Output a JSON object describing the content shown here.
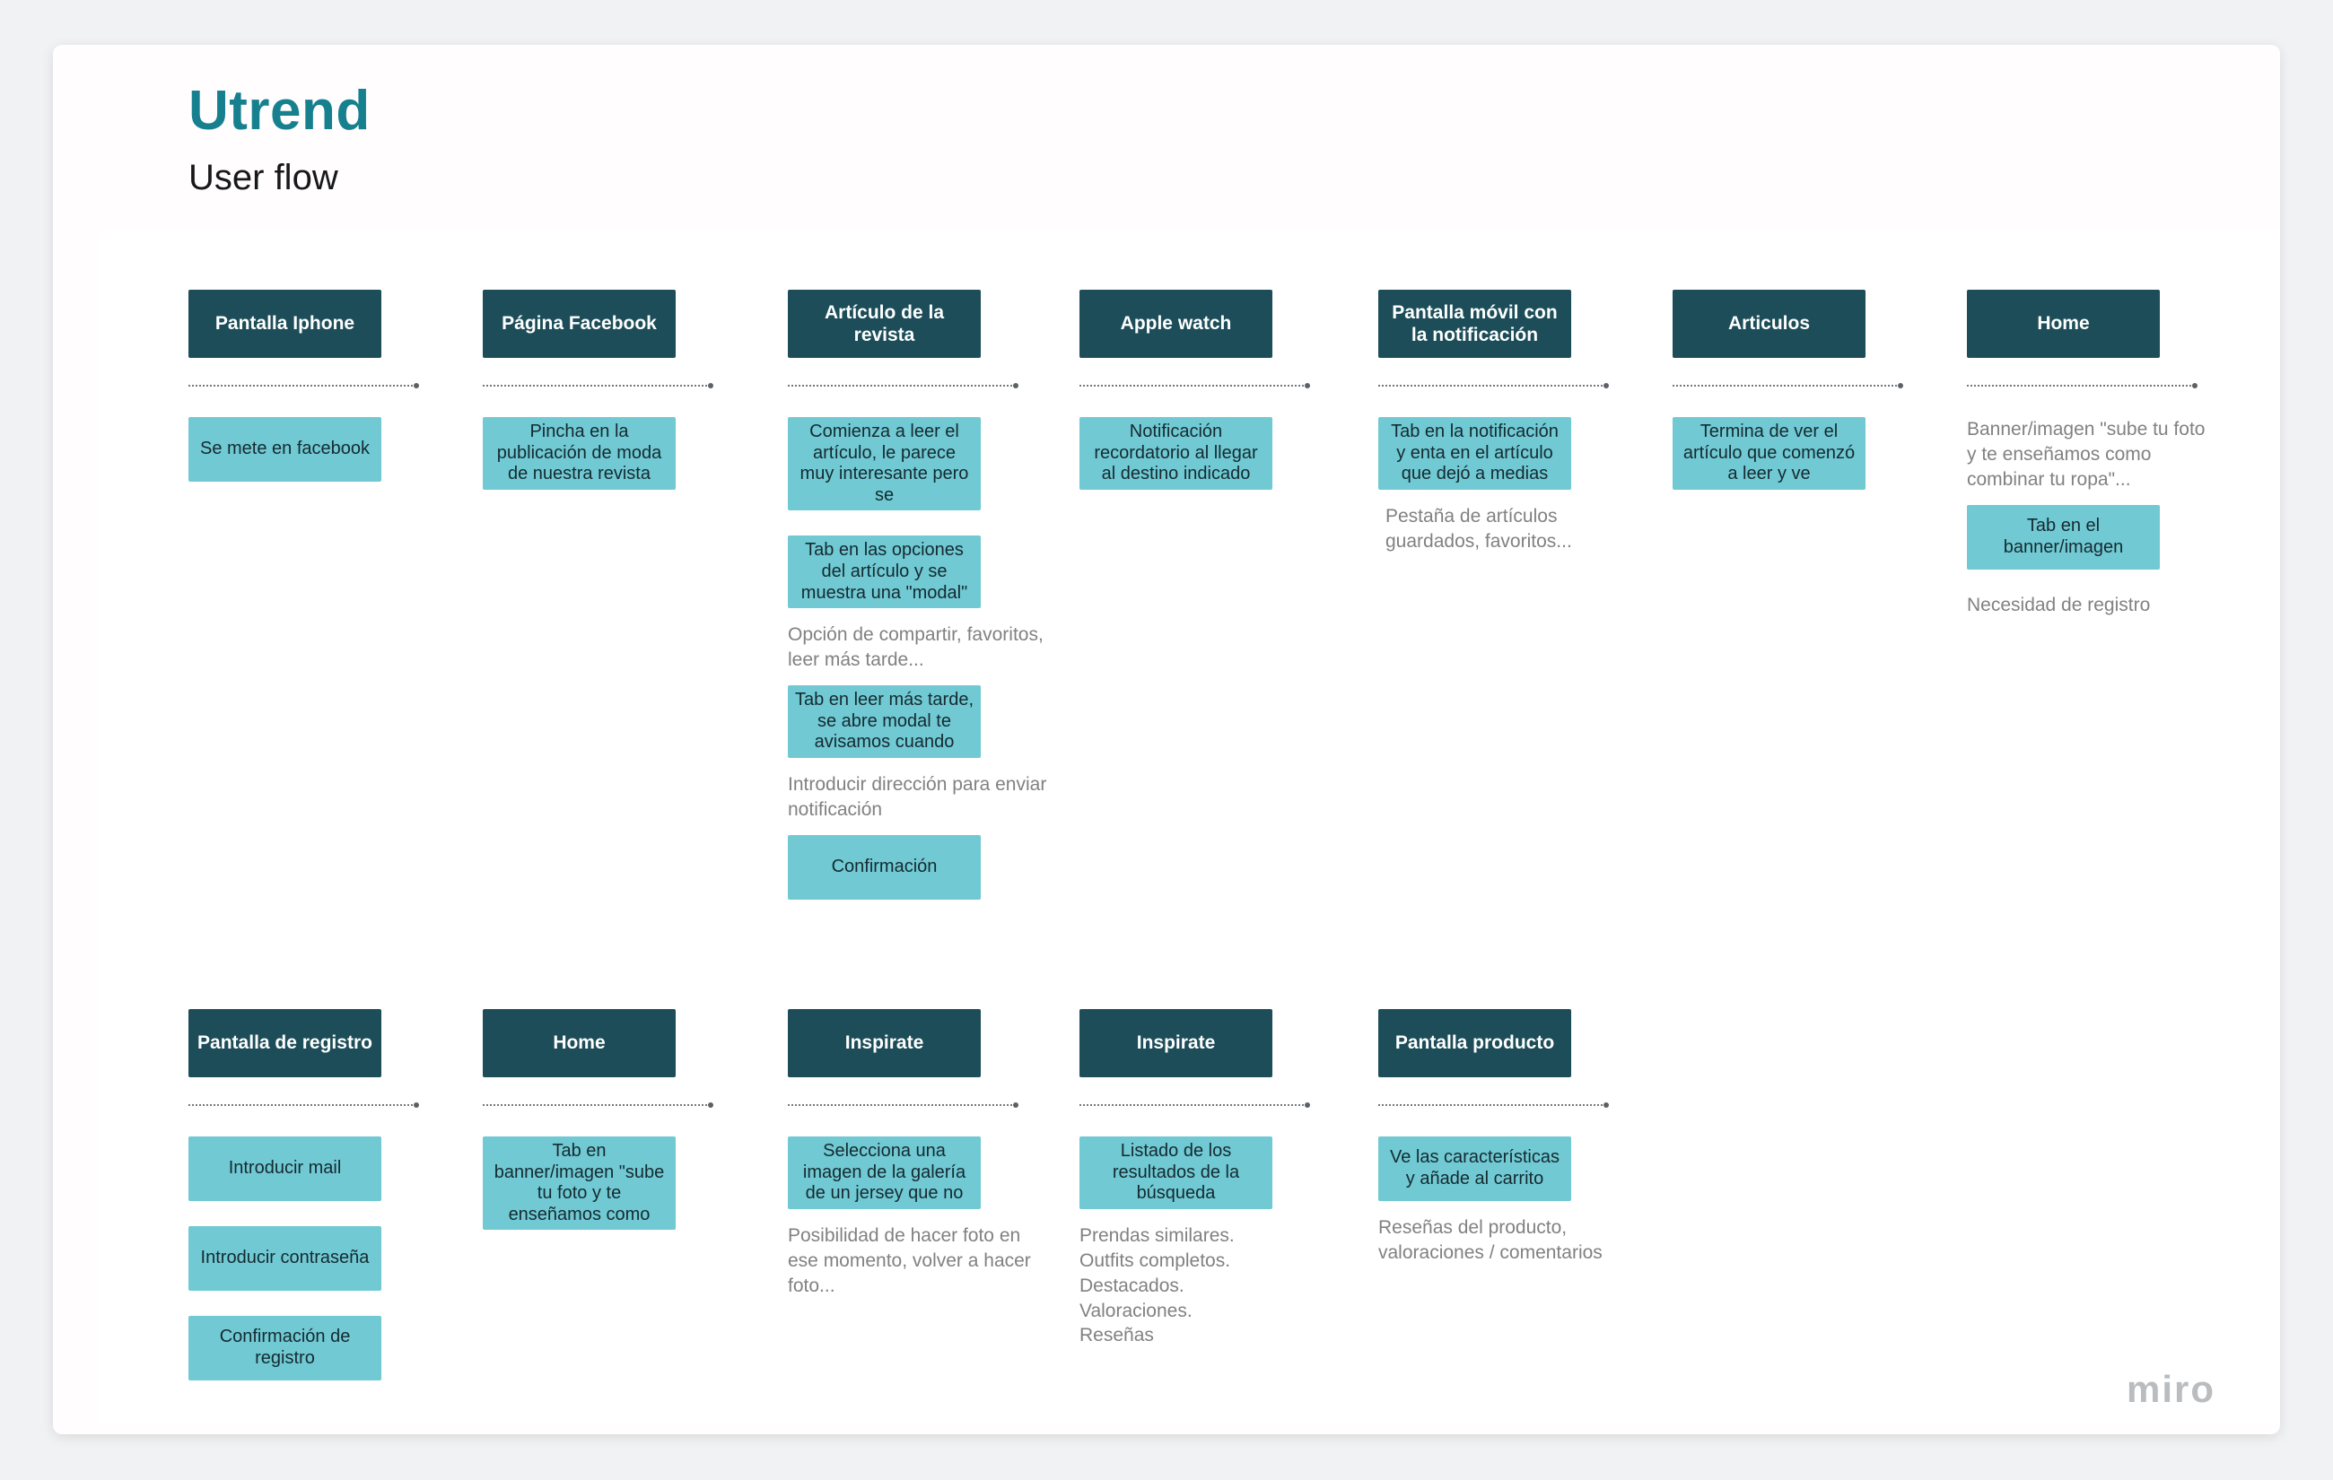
{
  "page": {
    "title": "Utrend",
    "subtitle": "User flow",
    "watermark": "miro"
  },
  "colors": {
    "header_bg": "#1c4d59",
    "card_bg": "#70c9d3",
    "title_teal": "#17808f",
    "note_gray": "#818181",
    "page_bg": "#f1f2f3",
    "board_bg": "#fffdfd"
  },
  "row1": {
    "col1": {
      "header": "Pantalla Iphone",
      "card1": "Se mete en facebook"
    },
    "col2": {
      "header": "Página Facebook",
      "card1": "Pincha en la publicación de moda de nuestra revista"
    },
    "col3": {
      "header": "Artículo de la revista",
      "card1": "Comienza a leer el artículo, le parece muy interesante pero se",
      "card2": "Tab en las opciones del artículo y se muestra una \"modal\"",
      "note1": "Opción de compartir, favoritos, leer más tarde...",
      "card3": "Tab en leer más tarde, se abre modal te avisamos cuando",
      "note2": "Introducir dirección para enviar notificación",
      "card4": "Confirmación"
    },
    "col4": {
      "header": "Apple watch",
      "card1": "Notificación recordatorio al llegar al destino indicado"
    },
    "col5": {
      "header": "Pantalla móvil con la notificación",
      "card1": "Tab en la notificación y enta en el artículo que dejó a medias",
      "note1": "Pestaña de artículos guardados, favoritos..."
    },
    "col6": {
      "header": "Articulos",
      "card1": "Termina de ver el artículo que comenzó a leer y ve"
    },
    "col7": {
      "header": "Home",
      "note1": "Banner/imagen \"sube tu foto y te enseñamos como combinar tu ropa\"...",
      "card1": "Tab en el banner/imagen",
      "note2": "Necesidad de registro"
    }
  },
  "row2": {
    "col1": {
      "header": "Pantalla de registro",
      "card1": "Introducir mail",
      "card2": "Introducir contraseña",
      "card3": "Confirmación de registro"
    },
    "col2": {
      "header": "Home",
      "card1": "Tab en banner/imagen \"sube tu foto y te enseñamos como"
    },
    "col3": {
      "header": "Inspirate",
      "card1": "Selecciona una imagen de la galería de un jersey que no",
      "note1": "Posibilidad de hacer foto en ese momento, volver a hacer foto..."
    },
    "col4": {
      "header": "Inspirate",
      "card1": "Listado de los resultados de la búsqueda",
      "note1": "Prendas similares.\nOutfits completos.\nDestacados.\nValoraciones.\nReseñas"
    },
    "col5": {
      "header": "Pantalla producto",
      "card1": "Ve las características y añade al carrito",
      "note1": "Reseñas del producto, valoraciones  / comentarios"
    }
  }
}
